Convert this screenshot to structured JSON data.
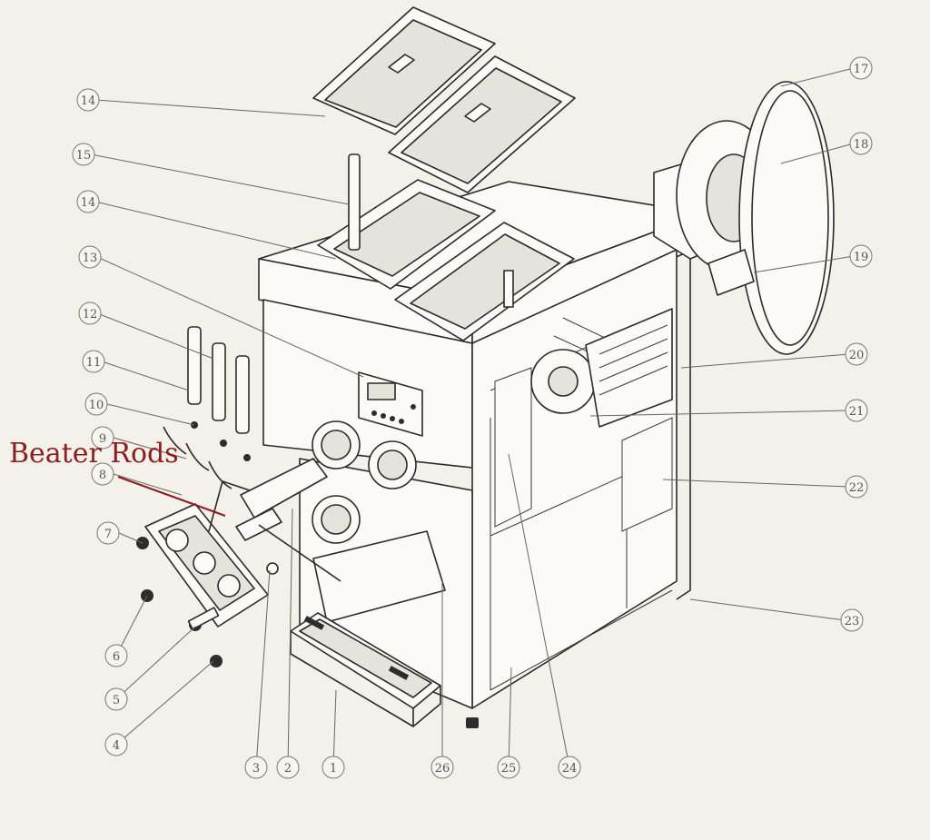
{
  "annotation": {
    "label": "Beater Rods"
  },
  "callouts": [
    {
      "num": "1"
    },
    {
      "num": "2"
    },
    {
      "num": "3"
    },
    {
      "num": "4"
    },
    {
      "num": "5"
    },
    {
      "num": "6"
    },
    {
      "num": "7"
    },
    {
      "num": "8"
    },
    {
      "num": "9"
    },
    {
      "num": "10"
    },
    {
      "num": "11"
    },
    {
      "num": "12"
    },
    {
      "num": "13"
    },
    {
      "num": "14"
    },
    {
      "num": "15"
    },
    {
      "num": "14"
    },
    {
      "num": "17"
    },
    {
      "num": "18"
    },
    {
      "num": "19"
    },
    {
      "num": "20"
    },
    {
      "num": "21"
    },
    {
      "num": "22"
    },
    {
      "num": "23"
    },
    {
      "num": "24"
    },
    {
      "num": "25"
    },
    {
      "num": "26"
    }
  ],
  "colors": {
    "annotation": "#8b1d1d",
    "line": "#2a2a2a",
    "paper": "#f4f1ea"
  }
}
